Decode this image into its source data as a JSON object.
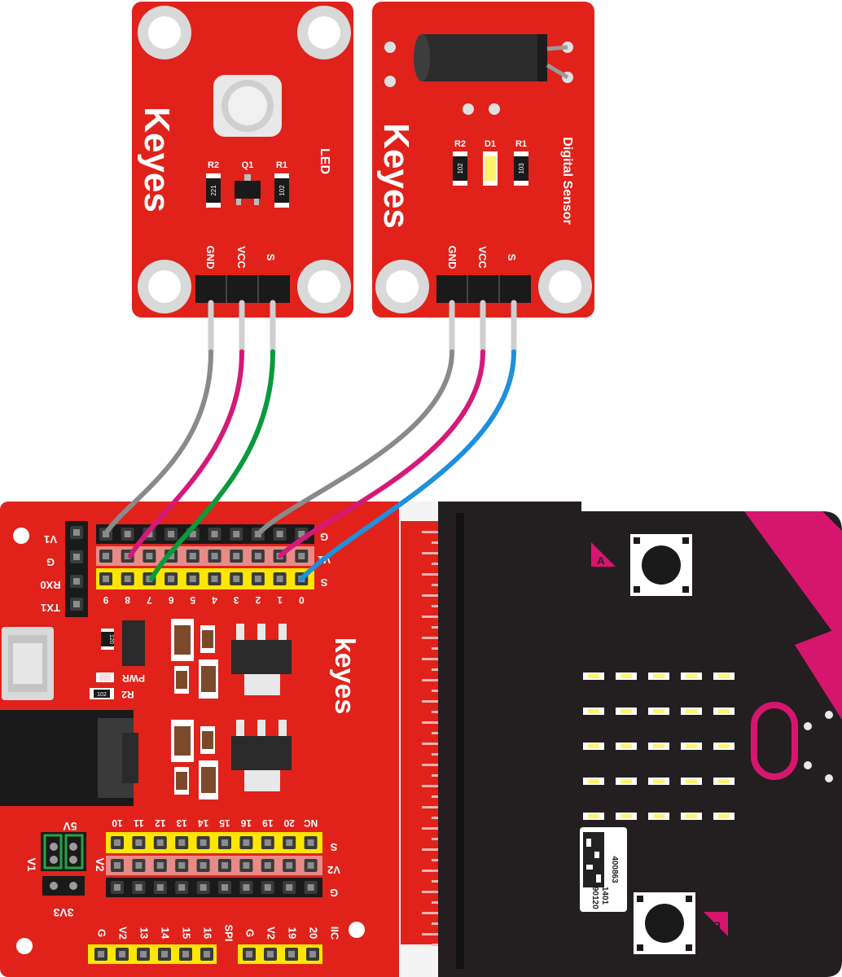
{
  "led_module": {
    "brand": "Keyes",
    "title": "LED",
    "r2_label": "R2",
    "q1_label": "Q1",
    "r1_label": "R1",
    "r2_code": "221",
    "r1_code": "102",
    "pins": [
      "GND",
      "VCC",
      "S"
    ]
  },
  "sensor_module": {
    "brand": "Keyes",
    "title": "Digital Sensor",
    "r2_label": "R2",
    "d1_label": "D1",
    "r1_label": "R1",
    "r2_code": "102",
    "r1_code": "103",
    "pins": [
      "GND",
      "VCC",
      "S"
    ]
  },
  "shield": {
    "brand": "keyes",
    "uart_labels": [
      "V1",
      "G",
      "RX0",
      "TX1"
    ],
    "top_header_numbers": [
      "9",
      "8",
      "7",
      "6",
      "5",
      "4",
      "3",
      "2",
      "1",
      "0"
    ],
    "top_row_labels": [
      "G",
      "V1",
      "S"
    ],
    "pwr_label": "PWR",
    "r2_label": "R2",
    "r2_code": "102",
    "r_small_code": "120",
    "jumper_labels": {
      "top": "5V",
      "left": "V1",
      "right": "V2",
      "bottom": "3V3"
    },
    "bottom_header_numbers": [
      "10",
      "11",
      "12",
      "13",
      "14",
      "15",
      "16",
      "19",
      "20",
      "NC"
    ],
    "bottom_row_labels": [
      "S",
      "V2",
      "G"
    ],
    "spi_labels": [
      "G",
      "V2",
      "13",
      "14",
      "15",
      "16",
      "SPI"
    ],
    "iic_labels": [
      "G",
      "V2",
      "19",
      "20",
      "IIC"
    ]
  },
  "microbit": {
    "button_a": "A",
    "button_b": "B",
    "qr_text": [
      "400863",
      "1401",
      "890120"
    ]
  },
  "wire_colors": {
    "gnd": "#8a8a8a",
    "vcc": "#d4197a",
    "led_signal": "#0a9a3c",
    "sensor_signal": "#1e90dc"
  },
  "colors": {
    "board_red": "#e0221a",
    "header_yellow": "#ffe600",
    "microbit_black": "#231f20",
    "microbit_pink": "#d6166e"
  }
}
